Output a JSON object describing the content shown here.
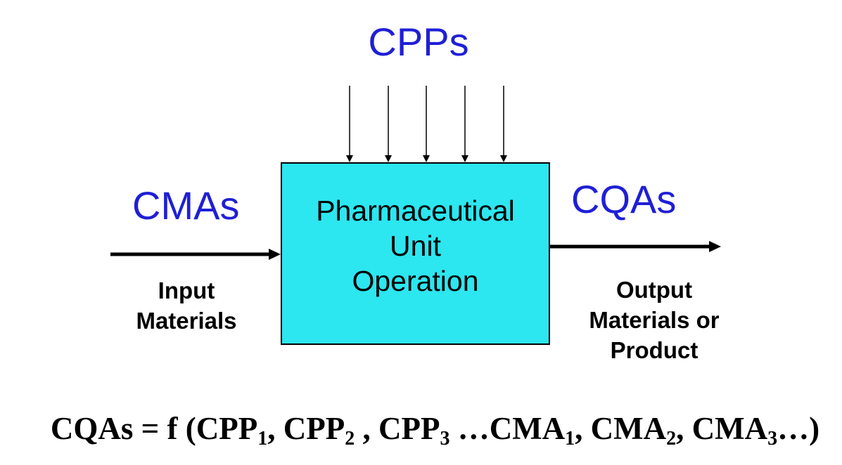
{
  "top_label": "CPPs",
  "left_label": "CMAs",
  "right_label": "CQAs",
  "box": {
    "line1": "Pharmaceutical",
    "line2": "Unit",
    "line3": "Operation",
    "fill_color": "#2ce6f0"
  },
  "input": {
    "line1": "Input",
    "line2": "Materials"
  },
  "output": {
    "line1": "Output",
    "line2": "Materials or",
    "line3": "Product"
  },
  "formula": {
    "lhs": "CQAs = f (",
    "t1": "CPP",
    "s1": "1",
    "t2": ", CPP",
    "s2": "2",
    "t3": " , CPP",
    "s3": "3",
    "t4": " …CMA",
    "s4": "1",
    "t5": ", CMA",
    "s5": "2",
    "t6": ", CMA",
    "s6": "3",
    "t7": "…)"
  },
  "colors": {
    "label_blue": "#1f1fd6",
    "box_cyan": "#2ce6f0"
  }
}
